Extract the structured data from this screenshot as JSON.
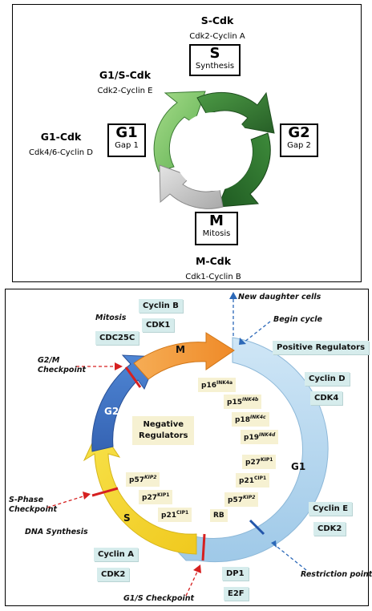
{
  "top": {
    "phases": {
      "s": {
        "letter": "S",
        "name": "Synthesis"
      },
      "g1": {
        "letter": "G1",
        "name": "Gap 1"
      },
      "g2": {
        "letter": "G2",
        "name": "Gap 2"
      },
      "m": {
        "letter": "M",
        "name": "Mitosis"
      }
    },
    "cdks": {
      "s": {
        "name": "S-Cdk",
        "pair": "Cdk2-Cyclin A"
      },
      "g1s": {
        "name": "G1/S-Cdk",
        "pair": "Cdk2-Cyclin E"
      },
      "g1": {
        "name": "G1-Cdk",
        "pair": "Cdk4/6-Cyclin D"
      },
      "m": {
        "name": "M-Cdk",
        "pair": "Cdk1-Cyclin B"
      }
    },
    "colors": {
      "light_green": "#8fce73",
      "mid_green": "#4aa24a",
      "dark_green": "#2d6e2d",
      "grey": "#c9c9c9"
    }
  },
  "bottom": {
    "phases": {
      "m": "M",
      "g2": "G2",
      "s": "S",
      "g1": "G1"
    },
    "annotations": {
      "mitosis": "Mitosis",
      "new_daughter": "New daughter cells",
      "begin_cycle": "Begin cycle",
      "g2m": "G2/M",
      "checkpoint": "Checkpoint",
      "sphase": "S-Phase",
      "dna_synthesis": "DNA Synthesis",
      "restriction": "Restriction point",
      "g1s": "G1/S Checkpoint"
    },
    "tags": {
      "cyclin_b": "Cyclin B",
      "cdk1": "CDK1",
      "cdc25c": "CDC25C",
      "positive": "Positive Regulators",
      "cyclin_d": "Cyclin D",
      "cdk4": "CDK4",
      "negative_1": "Negative",
      "negative_2": "Regulators",
      "cyclin_e": "Cyclin E",
      "cdk2_e": "CDK2",
      "cyclin_a": "Cyclin A",
      "cdk2_a": "CDK2",
      "dp1": "DP1",
      "e2f": "E2F"
    },
    "inhibitors": {
      "p16": {
        "base": "p16",
        "sup": "INK4a"
      },
      "p15": {
        "base": "p15",
        "sup": "INK4b"
      },
      "p18": {
        "base": "p18",
        "sup": "INK4c"
      },
      "p19": {
        "base": "p19",
        "sup": "INK4d"
      },
      "p27a": {
        "base": "p27",
        "sup": "KIP1"
      },
      "p21a": {
        "base": "p21",
        "sup": "CIP1"
      },
      "p57a": {
        "base": "p57",
        "sup": "KIP2"
      },
      "rb": {
        "base": "RB",
        "sup": ""
      },
      "p57b": {
        "base": "p57",
        "sup": "KIP2"
      },
      "p27b": {
        "base": "p27",
        "sup": "KIP1"
      },
      "p21b": {
        "base": "p21",
        "sup": "CIP1"
      }
    },
    "colors": {
      "g1": "#b7d9f0",
      "s": "#f2dc2c",
      "g2": "#3f73c4",
      "m": "#f39a3a",
      "checkpoint": "#d62020",
      "restriction": "#2255aa"
    }
  }
}
